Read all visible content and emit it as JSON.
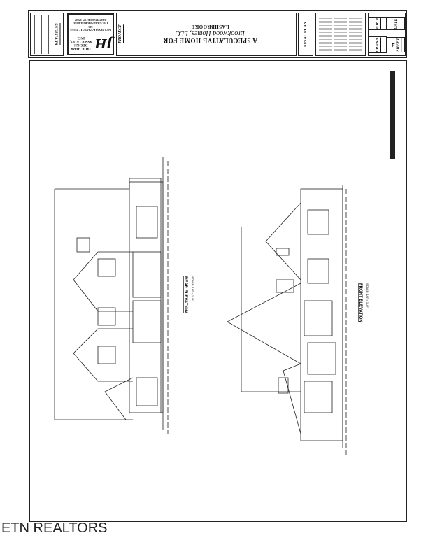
{
  "title_block": {
    "revisions_label": "REVISIONS",
    "firm": {
      "name_line1": "JACK HERR DESIGN",
      "name_line2": "ASSOCIATES, INC.",
      "address1": "621-5 MARYLAND WAY - SUITE 303",
      "address2": "THE GARDNER BUILDING",
      "address3": "BRENTWOOD, TN 37027",
      "logo_letters": "JH"
    },
    "project_label": "PROJECT",
    "project_title": "A SPECULATIVE HOME FOR",
    "client": "Brookwood Homes, LLC",
    "subdivision": "LASHBROOKE",
    "status": "FINAL PLAN",
    "job_label": "JOB #",
    "date_label": "DATE",
    "drawn_label": "DRAWN",
    "sheet_label": "SHEET",
    "sheet_number": "4"
  },
  "drawings": {
    "rear": {
      "label": "REAR ELEVATION",
      "scale": "SCALE: 1/4\" = 1'-0\""
    },
    "front": {
      "label": "FRONT ELEVATION",
      "scale": "SCALE: 1/4\" = 1'-0\""
    }
  },
  "watermark": "ETN REALTORS"
}
